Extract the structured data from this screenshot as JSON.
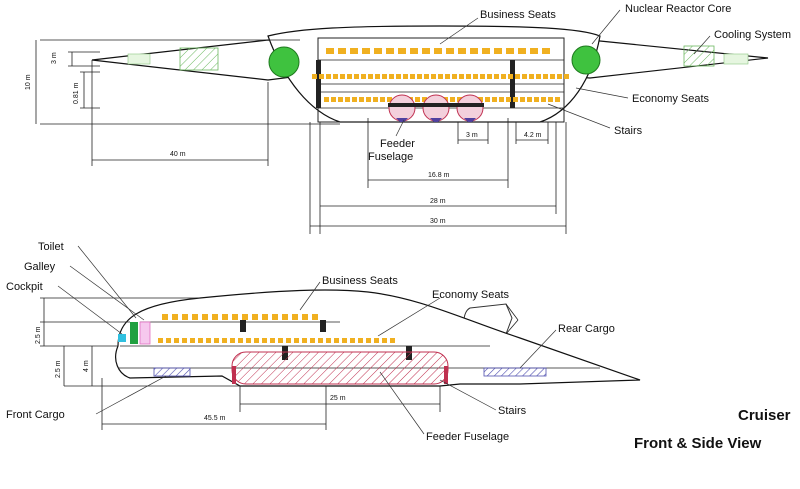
{
  "front_view": {
    "labels": {
      "business_seats": "Business Seats",
      "nuclear_reactor_core": "Nuclear Reactor Core",
      "cooling_system": "Cooling System",
      "economy_seats": "Economy Seats",
      "stairs": "Stairs",
      "feeder_line1": "Feeder",
      "feeder_line2": "Fuselage"
    },
    "dimensions": {
      "wing_height": "3 m",
      "total_height": "10 m",
      "deck_height": "0.81 m",
      "wing_span": "40 m",
      "feeder_width": "3 m",
      "stair_width": "4.2 m",
      "cabin_width": "16.8 m",
      "body_width": "28 m",
      "total_width": "30 m"
    }
  },
  "side_view": {
    "labels": {
      "toilet": "Toilet",
      "galley": "Galley",
      "cockpit": "Cockpit",
      "business_seats": "Business Seats",
      "economy_seats": "Economy Seats",
      "rear_cargo": "Rear Cargo",
      "front_cargo": "Front Cargo",
      "stairs": "Stairs",
      "feeder_fuselage": "Feeder Fuselage"
    },
    "dimensions": {
      "upper_deck": "2.5 m",
      "lower_deck": "2.5 m",
      "total_height": "4 m",
      "feeder_length": "25 m",
      "overall_length": "45.5 m"
    }
  },
  "title": {
    "line1": "Cruiser",
    "line2": "Front & Side View"
  },
  "colors": {
    "reactor": "#3fc23f",
    "cooling": "#b8e6b0",
    "seat": "#f0b020",
    "feeder": "#c03050",
    "cargo": "#5050b0",
    "galley": "#e070c0",
    "toilet": "#20a040",
    "cockpit": "#30c0e0"
  }
}
